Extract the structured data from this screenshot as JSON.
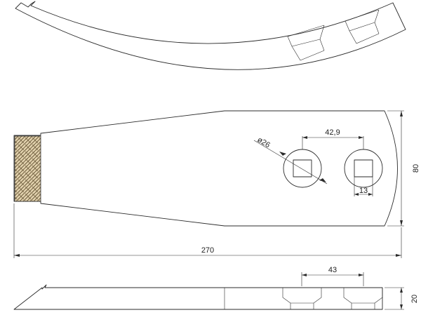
{
  "dimensions": {
    "hole_spacing_top": "42,9",
    "hole_diameter": "ø26",
    "square_hole": "13",
    "height": "80",
    "length": "270",
    "hole_spacing_bottom": "43",
    "thickness": "20"
  },
  "colors": {
    "line": "#2b2b2b",
    "hardfacing_fill": "#e2d2ae",
    "hardfacing_pattern": "#6b5a3a",
    "background": "#ffffff"
  }
}
